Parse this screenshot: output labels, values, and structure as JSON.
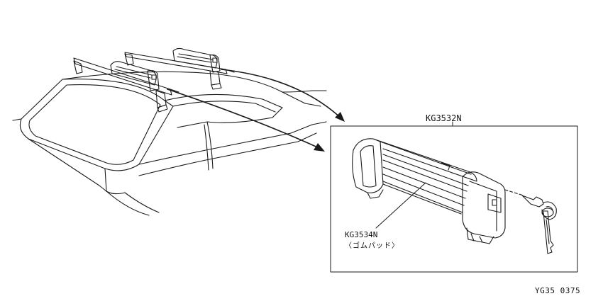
{
  "labels": {
    "assembly_part_number": "KG3532N",
    "pad_part_number": "KG3534N",
    "pad_description": "〈ゴムパッド〉",
    "reference_code": "YG35 0375"
  }
}
